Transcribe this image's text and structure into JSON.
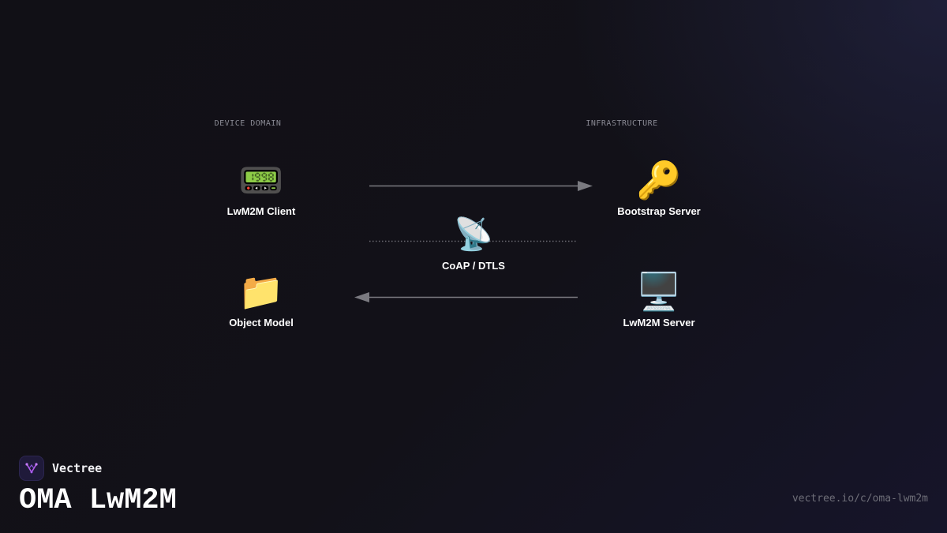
{
  "diagram": {
    "domains": {
      "device": "DEVICE DOMAIN",
      "infrastructure": "INFRASTRUCTURE"
    },
    "nodes": {
      "lwm2m_client": {
        "icon": "📟",
        "icon_name": "pager-icon",
        "label": "LwM2M Client"
      },
      "bootstrap_server": {
        "icon": "🔑",
        "icon_name": "key-icon",
        "label": "Bootstrap Server"
      },
      "coap_dtls": {
        "icon": "📡",
        "icon_name": "satellite-antenna-icon",
        "label": "CoAP / DTLS"
      },
      "object_model": {
        "icon": "📁",
        "icon_name": "folder-icon",
        "label": "Object Model"
      },
      "lwm2m_server": {
        "icon": "🖥️",
        "icon_name": "desktop-computer-icon",
        "label": "LwM2M Server"
      }
    },
    "colors": {
      "arrow": "#7a7a80",
      "dotted_line": "#6a6a72",
      "label": "#ffffff",
      "domain_label": "#8a8a94",
      "logo_accent": "#b65cf0"
    }
  },
  "footer": {
    "brand": "Vectree",
    "title": "OMA LwM2M",
    "url": "vectree.io/c/oma-lwm2m"
  }
}
